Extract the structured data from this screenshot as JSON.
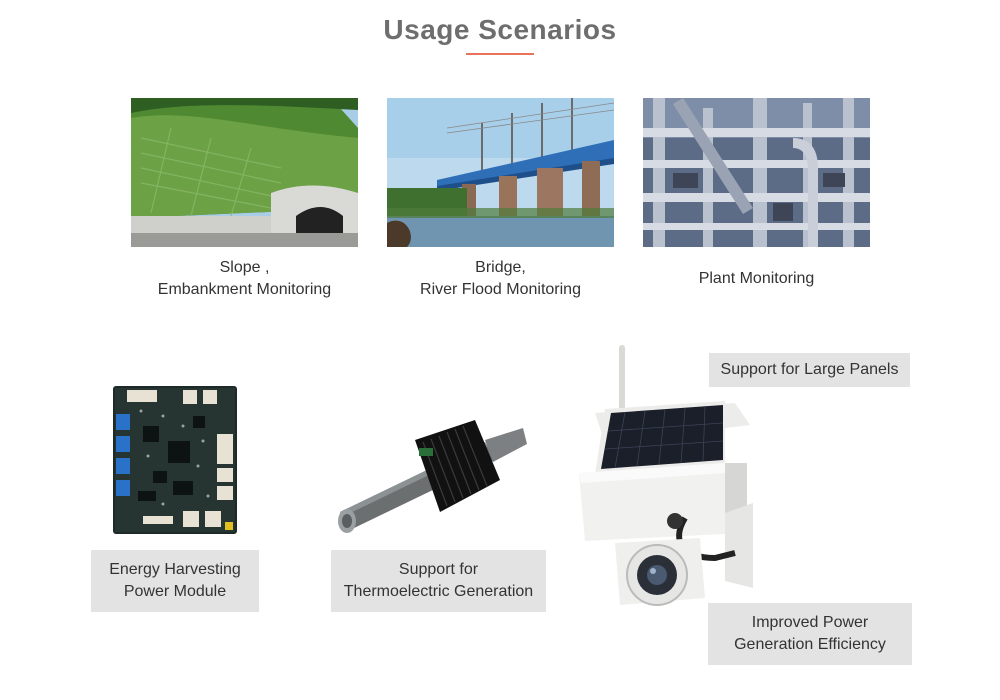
{
  "page": {
    "title": "Usage Scenarios",
    "accent_color": "#e8735a"
  },
  "scenarios": [
    {
      "line1": "Slope ,",
      "line2": "Embankment Monitoring",
      "image": "tunnel-slope-photo"
    },
    {
      "line1": "Bridge,",
      "line2": "River Flood Monitoring",
      "image": "railway-bridge-photo"
    },
    {
      "line1": "Plant Monitoring",
      "line2": "",
      "image": "industrial-pipes-photo"
    }
  ],
  "products": {
    "module": {
      "line1": "Energy Harvesting",
      "line2": "Power Module"
    },
    "thermo": {
      "line1": "Support for",
      "line2": "Thermoelectric Generation"
    },
    "panels": {
      "line1": "Support for Large Panels"
    },
    "efficiency": {
      "line1": "Improved Power",
      "line2": "Generation Efficiency"
    }
  },
  "colors": {
    "label_bg": "#e3e3e3",
    "title": "#6e6e6e"
  }
}
